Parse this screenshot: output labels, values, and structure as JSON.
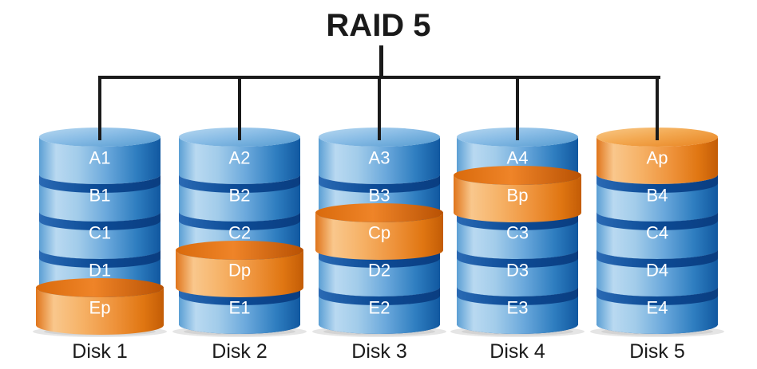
{
  "title": "RAID 5",
  "colors": {
    "line": "#1a1a1a",
    "title_text": "#1a1a1a",
    "disk_label_text": "#1a1a1a",
    "block_label_text": "#ffffff",
    "blue_band_light": "#b9d9f1",
    "blue_band_dark": "#1158a0",
    "groove_navy": "#0d4c97",
    "parity_orange_light": "#f9c78c",
    "parity_orange_dark": "#d96a08",
    "parity_rim": "#e06b0c"
  },
  "disks": [
    {
      "name": "Disk 1",
      "blocks": [
        {
          "label": "A1",
          "parity": false
        },
        {
          "label": "B1",
          "parity": false
        },
        {
          "label": "C1",
          "parity": false
        },
        {
          "label": "D1",
          "parity": false
        },
        {
          "label": "Ep",
          "parity": true
        }
      ]
    },
    {
      "name": "Disk 2",
      "blocks": [
        {
          "label": "A2",
          "parity": false
        },
        {
          "label": "B2",
          "parity": false
        },
        {
          "label": "C2",
          "parity": false
        },
        {
          "label": "Dp",
          "parity": true
        },
        {
          "label": "E1",
          "parity": false
        }
      ]
    },
    {
      "name": "Disk 3",
      "blocks": [
        {
          "label": "A3",
          "parity": false
        },
        {
          "label": "B3",
          "parity": false
        },
        {
          "label": "Cp",
          "parity": true
        },
        {
          "label": "D2",
          "parity": false
        },
        {
          "label": "E2",
          "parity": false
        }
      ]
    },
    {
      "name": "Disk 4",
      "blocks": [
        {
          "label": "A4",
          "parity": false
        },
        {
          "label": "Bp",
          "parity": true
        },
        {
          "label": "C3",
          "parity": false
        },
        {
          "label": "D3",
          "parity": false
        },
        {
          "label": "E3",
          "parity": false
        }
      ]
    },
    {
      "name": "Disk 5",
      "blocks": [
        {
          "label": "Ap",
          "parity": true
        },
        {
          "label": "B4",
          "parity": false
        },
        {
          "label": "C4",
          "parity": false
        },
        {
          "label": "D4",
          "parity": false
        },
        {
          "label": "E4",
          "parity": false
        }
      ]
    }
  ]
}
